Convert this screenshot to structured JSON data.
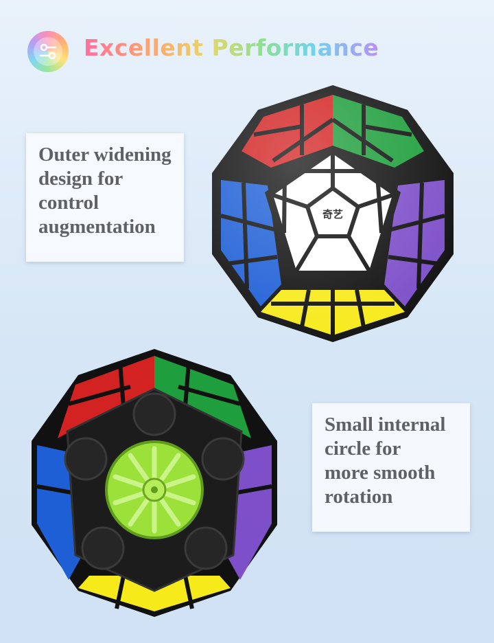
{
  "header": {
    "title": "Excellent Performance",
    "icon": "sliders-icon"
  },
  "cards": [
    {
      "lines": [
        "Outer widening",
        "design for",
        "control",
        "augmentation"
      ]
    },
    {
      "lines": [
        "Small internal",
        "circle for",
        "more smooth",
        "rotation"
      ]
    }
  ],
  "product": {
    "brand_mark": "奇艺"
  },
  "colors": {
    "red": "#d32222",
    "green": "#1e9e3c",
    "blue": "#1e5fd6",
    "purple": "#7d4fc9",
    "yellow": "#f7ea1a",
    "white": "#ffffff",
    "core": "#9be13a"
  }
}
